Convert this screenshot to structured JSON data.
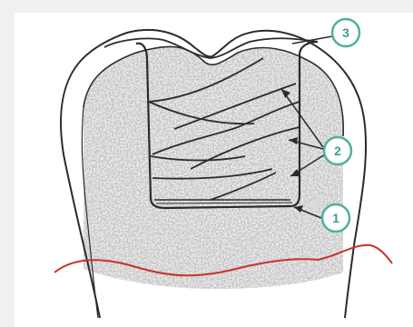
{
  "diagram": {
    "colors": {
      "outline": "#2b2b2b",
      "gum_line": "#c8322c",
      "callout_ring": "#4fb09d",
      "callout_text": "#3a9f8c",
      "speckle_fill": "#d9d9d9",
      "background": "#f0f0f0"
    },
    "callouts": [
      {
        "label": "1"
      },
      {
        "label": "2"
      },
      {
        "label": "3"
      }
    ]
  }
}
